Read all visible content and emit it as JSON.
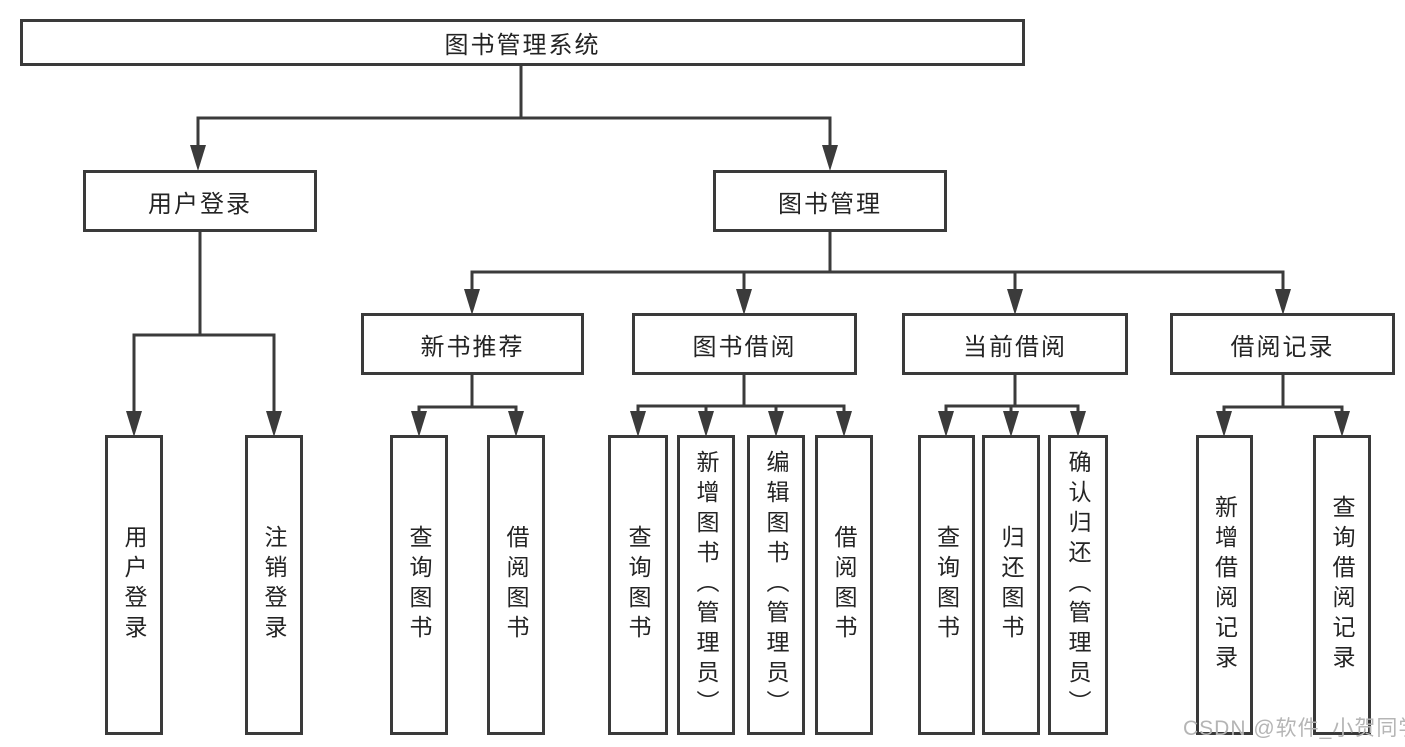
{
  "diagram": {
    "type": "tree",
    "title": "图书管理系统",
    "root": {
      "label": "图书管理系统"
    },
    "level1": [
      {
        "label": "用户登录",
        "parent": "图书管理系统"
      },
      {
        "label": "图书管理",
        "parent": "图书管理系统"
      }
    ],
    "level2": [
      {
        "label": "新书推荐",
        "parent": "图书管理"
      },
      {
        "label": "图书借阅",
        "parent": "图书管理"
      },
      {
        "label": "当前借阅",
        "parent": "图书管理"
      },
      {
        "label": "借阅记录",
        "parent": "图书管理"
      }
    ],
    "leaves": [
      {
        "label": "用户登录",
        "parent": "用户登录"
      },
      {
        "label": "注销登录",
        "parent": "用户登录"
      },
      {
        "label": "查询图书",
        "parent": "新书推荐"
      },
      {
        "label": "借阅图书",
        "parent": "新书推荐"
      },
      {
        "label": "查询图书",
        "parent": "图书借阅"
      },
      {
        "label": "新增图书（管理员）",
        "parent": "图书借阅"
      },
      {
        "label": "编辑图书（管理员）",
        "parent": "图书借阅"
      },
      {
        "label": "借阅图书",
        "parent": "图书借阅"
      },
      {
        "label": "查询图书",
        "parent": "当前借阅"
      },
      {
        "label": "归还图书",
        "parent": "当前借阅"
      },
      {
        "label": "确认归还（管理员）",
        "parent": "当前借阅"
      },
      {
        "label": "新增借阅记录",
        "parent": "借阅记录"
      },
      {
        "label": "查询借阅记录",
        "parent": "借阅记录"
      }
    ],
    "watermark": "CSDN @软件_小贺同学",
    "colors": {
      "line": "#3b3b3b",
      "box_border": "#3a3a3a",
      "text": "#242424",
      "watermark": "#b5b5b5",
      "background": "#ffffff"
    }
  }
}
